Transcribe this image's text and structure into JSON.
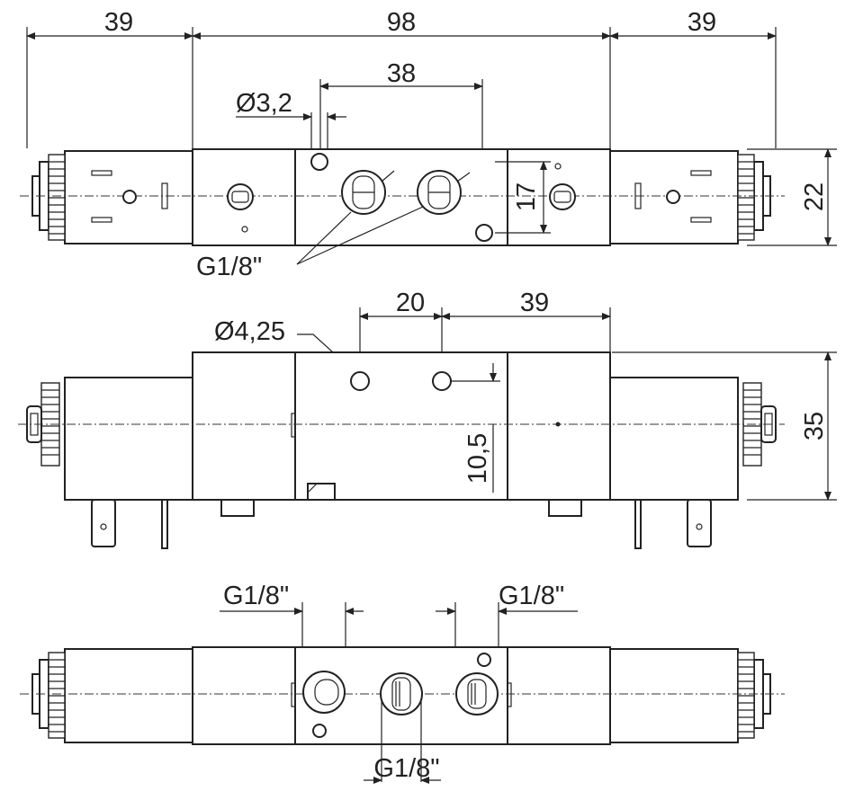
{
  "drawing": {
    "top_view": {
      "dim_left": "39",
      "dim_middle": "98",
      "dim_right": "39",
      "dim_port_spacing": "38",
      "dim_hole_diameter": "Ø3,2",
      "dim_height": "22",
      "dim_port_depth": "17",
      "port_label": "G1/8\""
    },
    "front_view": {
      "dim_hole_diameter": "Ø4,25",
      "dim_hole_spacing": "20",
      "dim_hole_offset": "39",
      "dim_height": "35",
      "dim_hole_height": "10,5"
    },
    "bottom_view": {
      "port_label_left": "G1/8\"",
      "port_label_right": "G1/8\"",
      "port_label_center": "G1/8\""
    }
  }
}
